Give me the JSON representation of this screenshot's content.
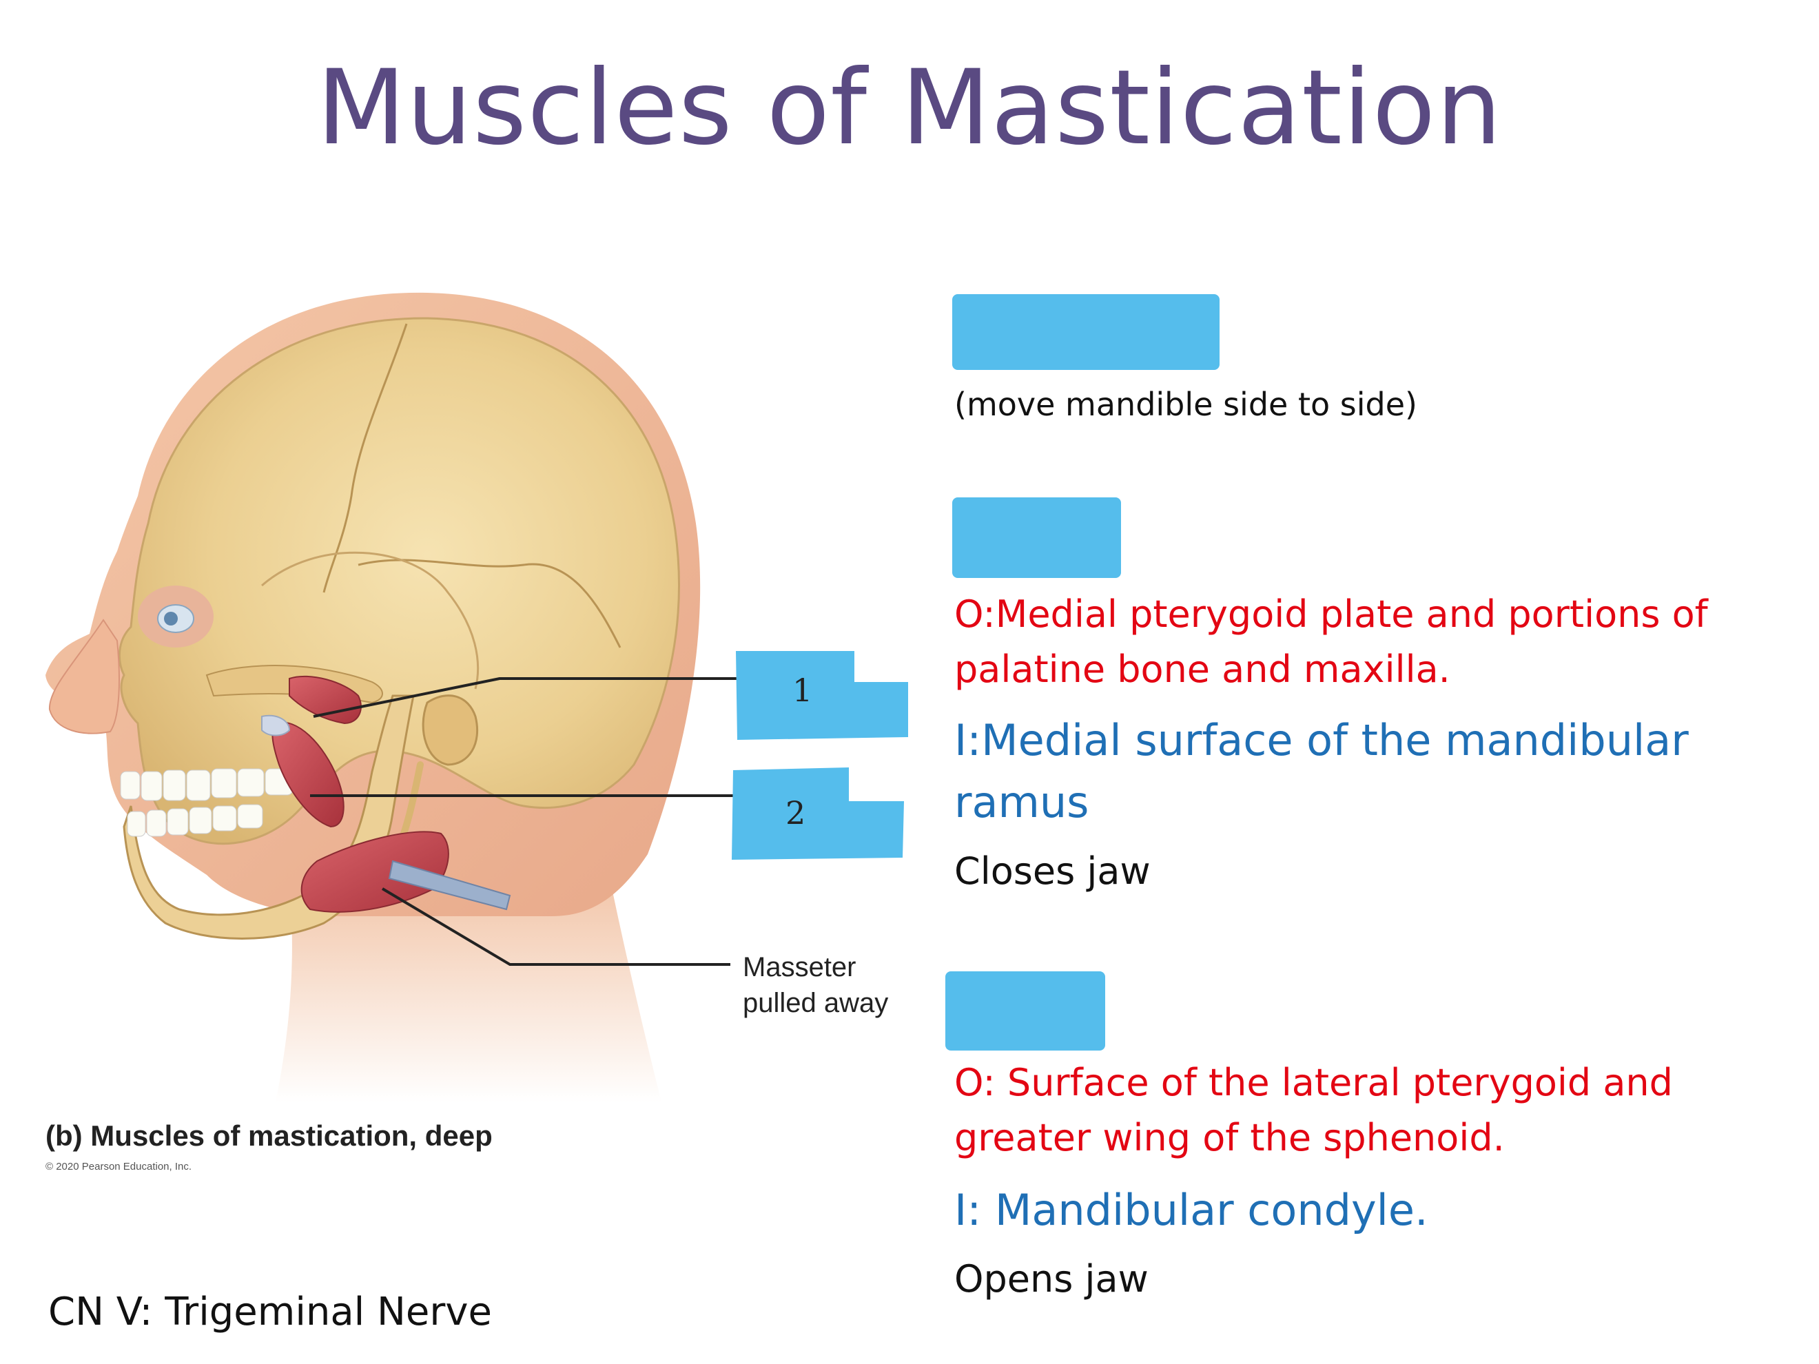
{
  "slide": {
    "title": "Muscles of Mastication",
    "section1": {
      "action": "(move mandible side to side)"
    },
    "section2": {
      "origin": "O:Medial pterygoid plate and portions of",
      "origin_line2": "palatine bone and maxilla.",
      "insertion": "I:Medial surface of the mandibular",
      "insertion_line2": "ramus",
      "action": "Closes jaw"
    },
    "section3": {
      "origin": "O: Surface of the lateral pterygoid and",
      "origin_line2": "greater  wing of the sphenoid.",
      "insertion": "I: Mandibular condyle.",
      "action": "Opens jaw"
    },
    "figure": {
      "label_1": "1",
      "label_2": "2",
      "masseter_line1": "Masseter",
      "masseter_line2": "pulled away",
      "caption": "(b) Muscles of mastication, deep",
      "copyright": "© 2020 Pearson Education, Inc."
    },
    "footer": "CN V: Trigeminal Nerve",
    "colors": {
      "title": "#5a4a82",
      "origin_text": "#e30613",
      "insertion_text": "#1f6fb5",
      "label_highlight": "#55bdec"
    }
  }
}
